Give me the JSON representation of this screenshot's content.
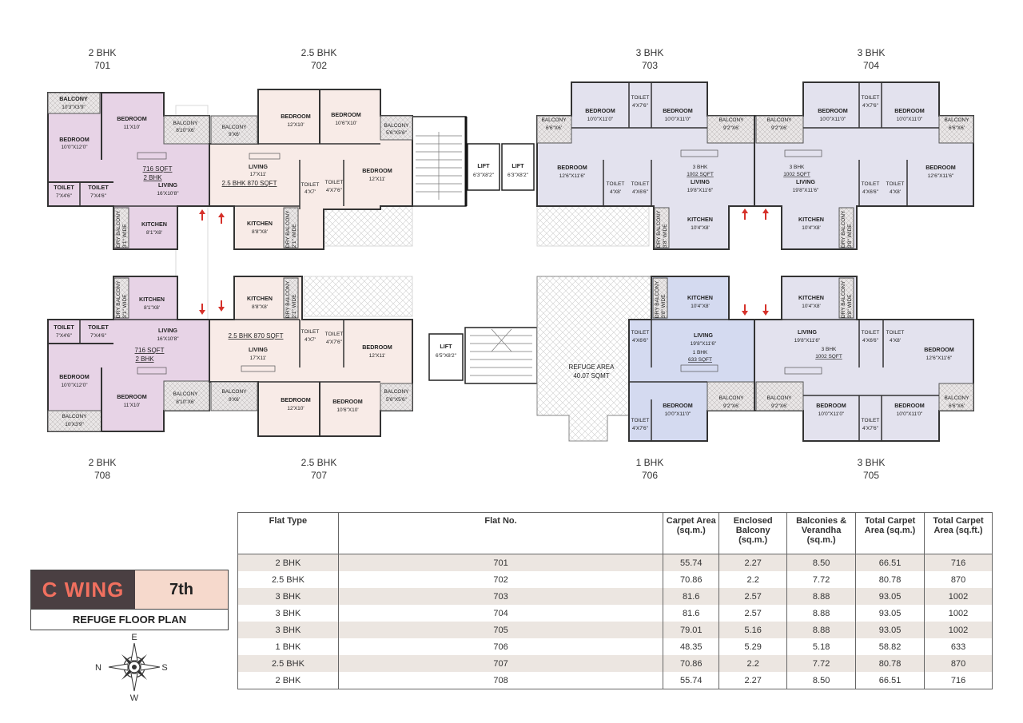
{
  "flats_top": [
    {
      "type": "2 BHK",
      "no": "701"
    },
    {
      "type": "2.5 BHK",
      "no": "702"
    },
    {
      "type": "3 BHK",
      "no": "703"
    },
    {
      "type": "3 BHK",
      "no": "704"
    }
  ],
  "flats_bottom": [
    {
      "type": "2 BHK",
      "no": "708"
    },
    {
      "type": "2.5 BHK",
      "no": "707"
    },
    {
      "type": "1 BHK",
      "no": "706"
    },
    {
      "type": "3 BHK",
      "no": "705"
    }
  ],
  "plan_text": {
    "p701": {
      "balcony1": "BALCONY",
      "balcony1_dim": "10'3\"X3'9\"",
      "bedroom1": "BEDROOM",
      "bedroom1_dim": "10'0\"X12'0\"",
      "bedroom2": "BEDROOM",
      "bedroom2_dim": "11'X10'",
      "balcony2": "BALCONY",
      "balcony2_dim": "8'10\"X6'",
      "area": "716 SQFT",
      "type": "2 BHK",
      "living": "LIVING",
      "living_dim": "16'X10'8\"",
      "toilet1": "TOILET",
      "toilet1_dim": "7'X4'6\"",
      "toilet2": "TOILET",
      "toilet2_dim": "7'X4'6\"",
      "kitchen": "KITCHEN",
      "kitchen_dim": "8'1\"X8'",
      "dry": "DRY BALCONY",
      "dry_dim": "3'1\" WIDE"
    },
    "p702": {
      "balcony1": "BALCONY",
      "balcony1_dim": "9'X6'",
      "bedroom1": "BEDROOM",
      "bedroom1_dim": "12'X10'",
      "bedroom2": "BEDROOM",
      "bedroom2_dim": "10'6\"X10'",
      "balcony2": "BALCONY",
      "balcony2_dim": "5'6\"X5'6\"",
      "living": "LIVING",
      "living_dim": "17'X11'",
      "area": "2.5 BHK 870 SQFT",
      "toilet1": "TOILET",
      "toilet1_dim": "4'X7'",
      "toilet2": "TOILET",
      "toilet2_dim": "4'X7'6\"",
      "bedroom3": "BEDROOM",
      "bedroom3_dim": "12'X11'",
      "kitchen": "KITCHEN",
      "kitchen_dim": "8'8\"X8'",
      "dry": "DRY BALCONY",
      "dry_dim": "2'1\" WIDE"
    },
    "p703": {
      "bedroom1": "BEDROOM",
      "bedroom1_dim": "10'0\"X11'0\"",
      "toilet1": "TOILET",
      "toilet1_dim": "4'X7'6\"",
      "bedroom2": "BEDROOM",
      "bedroom2_dim": "10'0\"X11'0\"",
      "balcony1": "BALCONY",
      "balcony1_dim": "6'6\"X6'",
      "balcony2": "BALCONY",
      "balcony2_dim": "9'2\"X6'",
      "bedroom3": "BEDROOM",
      "bedroom3_dim": "12'6\"X11'6\"",
      "toilet2": "TOILET",
      "toilet2_dim": "4'X8'",
      "toilet3": "TOILET",
      "toilet3_dim": "4'X6'6\"",
      "type": "3 BHK",
      "area": "1002 SQFT",
      "living": "LIVING",
      "living_dim": "19'8\"X11'6\"",
      "kitchen": "KITCHEN",
      "kitchen_dim": "10'4\"X8'",
      "dry": "DRY BALCONY",
      "dry_dim": "3'8\" WIDE"
    },
    "p704": {
      "bedroom1": "BEDROOM",
      "bedroom1_dim": "10'0\"X11'0\"",
      "toilet1": "TOILET",
      "toilet1_dim": "4'X7'6\"",
      "bedroom2": "BEDROOM",
      "bedroom2_dim": "10'0\"X11'0\"",
      "balcony1": "BALCONY",
      "balcony1_dim": "9'2\"X6'",
      "balcony2": "BALCONY",
      "balcony2_dim": "6'6\"X6'",
      "type": "3 BHK",
      "area": "1002 SQFT",
      "living": "LIVING",
      "living_dim": "19'8\"X11'6\"",
      "bedroom3": "BEDROOM",
      "bedroom3_dim": "12'6\"X11'6\"",
      "toilet2": "TOILET",
      "toilet2_dim": "4'X6'6\"",
      "toilet3": "TOILET",
      "toilet3_dim": "4'X8'",
      "kitchen": "KITCHEN",
      "kitchen_dim": "10'4\"X8'",
      "dry": "DRY BALCONY",
      "dry_dim": "3'8\" WIDE"
    },
    "p708": {
      "kitchen": "KITCHEN",
      "kitchen_dim": "8'1\"X8'",
      "dry": "DRY BALCONY",
      "dry_dim": "3'1\" WIDE",
      "toilet1": "TOILET",
      "toilet1_dim": "7'X4'6\"",
      "toilet2": "TOILET",
      "toilet2_dim": "7'X4'6\"",
      "living": "LIVING",
      "living_dim": "16'X10'8\"",
      "area": "716 SQFT",
      "type": "2 BHK",
      "bedroom1": "BEDROOM",
      "bedroom1_dim": "10'0\"X12'0\"",
      "bedroom2": "BEDROOM",
      "bedroom2_dim": "11'X10'",
      "balcony1": "BALCONY",
      "balcony1_dim": "8'10\"X6'",
      "balcony2": "BALCONY",
      "balcony2_dim": "10'X3'9\""
    },
    "p707": {
      "kitchen": "KITCHEN",
      "kitchen_dim": "8'8\"X8'",
      "dry": "DRY BALCONY",
      "dry_dim": "2'1\" WIDE",
      "area": "2.5 BHK 870 SQFT",
      "living": "LIVING",
      "living_dim": "17'X11'",
      "toilet1": "TOILET",
      "toilet1_dim": "4'X7'",
      "toilet2": "TOILET",
      "toilet2_dim": "4'X7'6\"",
      "bedroom3": "BEDROOM",
      "bedroom3_dim": "12'X11'",
      "balcony1": "BALCONY",
      "balcony1_dim": "9'X6'",
      "bedroom1": "BEDROOM",
      "bedroom1_dim": "12'X10'",
      "bedroom2": "BEDROOM",
      "bedroom2_dim": "10'6\"X10'",
      "balcony2": "BALCONY",
      "balcony2_dim": "5'6\"X5'6\""
    },
    "p706": {
      "dry": "DRY BALCONY",
      "dry_dim": "3'8\" WIDE",
      "kitchen": "KITCHEN",
      "kitchen_dim": "10'4\"X8'",
      "toilet1": "TOILET",
      "toilet1_dim": "4'X6'6\"",
      "living": "LIVING",
      "living_dim": "19'8\"X11'6\"",
      "type": "1 BHK",
      "area": "633 SQFT",
      "balcony": "BALCONY",
      "balcony_dim": "9'2\"X6'",
      "bedroom": "BEDROOM",
      "bedroom_dim": "10'0\"X11'0\"",
      "toilet2": "TOILET",
      "toilet2_dim": "4'X7'6\""
    },
    "p705": {
      "kitchen": "KITCHEN",
      "kitchen_dim": "10'4\"X8'",
      "dry": "DRY BALCONY",
      "dry_dim": "3'8\" WIDE",
      "living": "LIVING",
      "living_dim": "19'8\"X11'6\"",
      "type": "3 BHK",
      "area": "1002 SQFT",
      "toilet1": "TOILET",
      "toilet1_dim": "4'X6'6\"",
      "toilet2": "TOILET",
      "toilet2_dim": "4'X8'",
      "bedroom3": "BEDROOM",
      "bedroom3_dim": "12'6\"X11'6\"",
      "balcony1": "BALCONY",
      "balcony1_dim": "9'2\"X6'",
      "balcony2": "BALCONY",
      "balcony2_dim": "6'6\"X6'",
      "bedroom1": "BEDROOM",
      "bedroom1_dim": "10'0\"X11'0\"",
      "toilet3": "TOILET",
      "toilet3_dim": "4'X7'6\"",
      "bedroom2": "BEDROOM",
      "bedroom2_dim": "10'0\"X11'0\""
    },
    "core": {
      "lift": "LIFT",
      "lift1_dim": "6'3\"X8'2\"",
      "lift2_dim": "6'3\"X8'2\"",
      "lift3_dim": "6'5\"X8'2\"",
      "refuge": "REFUGE AREA",
      "refuge_dim": "40.07 SQMT"
    }
  },
  "title": {
    "wing": "C WING",
    "floor": "7th",
    "sub": "REFUGE FLOOR PLAN"
  },
  "compass": {
    "n": "N",
    "e": "E",
    "s": "S",
    "w": "W"
  },
  "table": {
    "headers": [
      "Flat Type",
      "Flat No.",
      "Carpet Area (sq.m.)",
      "Enclosed Balcony (sq.m.)",
      "Balconies & Verandha (sq.m.)",
      "Total Carpet Area (sq.m.)",
      "Total Carpet Area (sq.ft.)"
    ],
    "rows": [
      [
        "2 BHK",
        "701",
        "55.74",
        "2.27",
        "8.50",
        "66.51",
        "716"
      ],
      [
        "2.5 BHK",
        "702",
        "70.86",
        "2.2",
        "7.72",
        "80.78",
        "870"
      ],
      [
        "3 BHK",
        "703",
        "81.6",
        "2.57",
        "8.88",
        "93.05",
        "1002"
      ],
      [
        "3 BHK",
        "704",
        "81.6",
        "2.57",
        "8.88",
        "93.05",
        "1002"
      ],
      [
        "3 BHK",
        "705",
        "79.01",
        "5.16",
        "8.88",
        "93.05",
        "1002"
      ],
      [
        "1 BHK",
        "706",
        "48.35",
        "5.29",
        "5.18",
        "58.82",
        "633"
      ],
      [
        "2.5 BHK",
        "707",
        "70.86",
        "2.2",
        "7.72",
        "80.78",
        "870"
      ],
      [
        "2 BHK",
        "708",
        "55.74",
        "2.27",
        "8.50",
        "66.51",
        "716"
      ]
    ]
  },
  "colors": {
    "flat_2bhk": "#e7d3e6",
    "flat_25bhk": "#f8ebe7",
    "flat_3bhk": "#e3e2ee",
    "flat_1bhk": "#d4daf0",
    "wing_bg": "#4a3f42",
    "wing_text": "#f1705f",
    "floor_bg": "#f6d9cc",
    "row_shade": "#ece6e1",
    "arrow": "#d6312a"
  }
}
